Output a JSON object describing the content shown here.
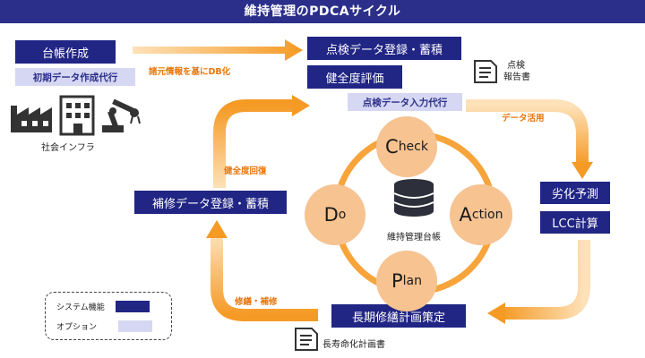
{
  "title": "維持管理のPDCAサイクル",
  "left": {
    "ledger_creation": "台帳作成",
    "initial_data_option": "初期データ作成代行",
    "arrow_label": "諸元情報を基にDB化",
    "infra_label": "社会インフラ"
  },
  "top_right": {
    "inspection_register": "点検データ登録・蓄積",
    "health_eval": "健全度評価",
    "input_option": "点検データ入力代行",
    "report_label_1": "点検",
    "report_label_2": "報告書",
    "data_use_label": "データ活用"
  },
  "right": {
    "deterioration": "劣化予測",
    "lcc": "LCC計算"
  },
  "bottom": {
    "long_term_plan": "長期修繕計画策定",
    "life_plan_label": "長寿命化計画書",
    "repair_label": "修繕・補修"
  },
  "mid_left": {
    "repair_register": "補修データ登録・蓄積",
    "recovery_label": "健全度回復"
  },
  "cycle": {
    "center_label": "維持管理台帳",
    "check": {
      "initial": "C",
      "rest": "heck"
    },
    "action": {
      "initial": "A",
      "rest": "ction"
    },
    "plan": {
      "initial": "P",
      "rest": "lan"
    },
    "do": {
      "initial": "D",
      "rest": "o"
    }
  },
  "legend": {
    "system_label": "システム機能",
    "option_label": "オプション"
  },
  "colors": {
    "system_box": "#212584",
    "option_box": "#d6d7f2",
    "arrow_orange": "#f5a02c",
    "cycle_circle": "#f6c391",
    "title_bg": "#2b2f8a"
  }
}
